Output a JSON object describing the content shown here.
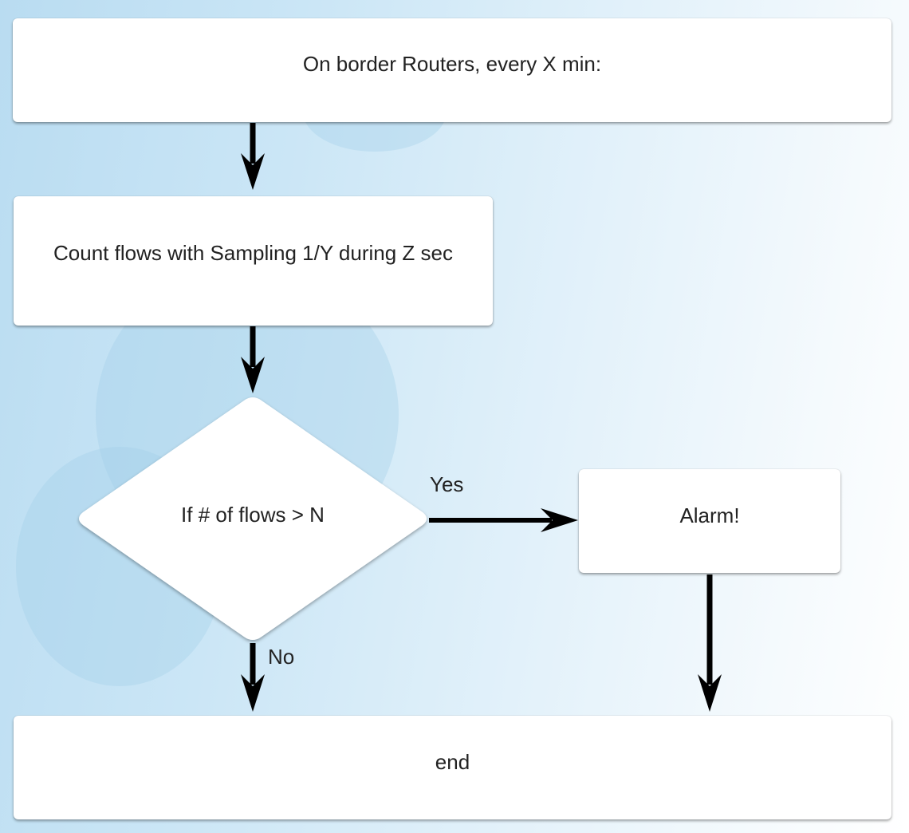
{
  "nodes": {
    "start": "On border Routers, every X min:",
    "count": "Count flows with Sampling 1/Y during Z sec",
    "decision": "If # of flows > N",
    "alarm": "Alarm!",
    "end": "end"
  },
  "edges": {
    "yes_label": "Yes",
    "no_label": "No"
  },
  "colors": {
    "arrow": "#000000",
    "box_fill": "#ffffff"
  }
}
